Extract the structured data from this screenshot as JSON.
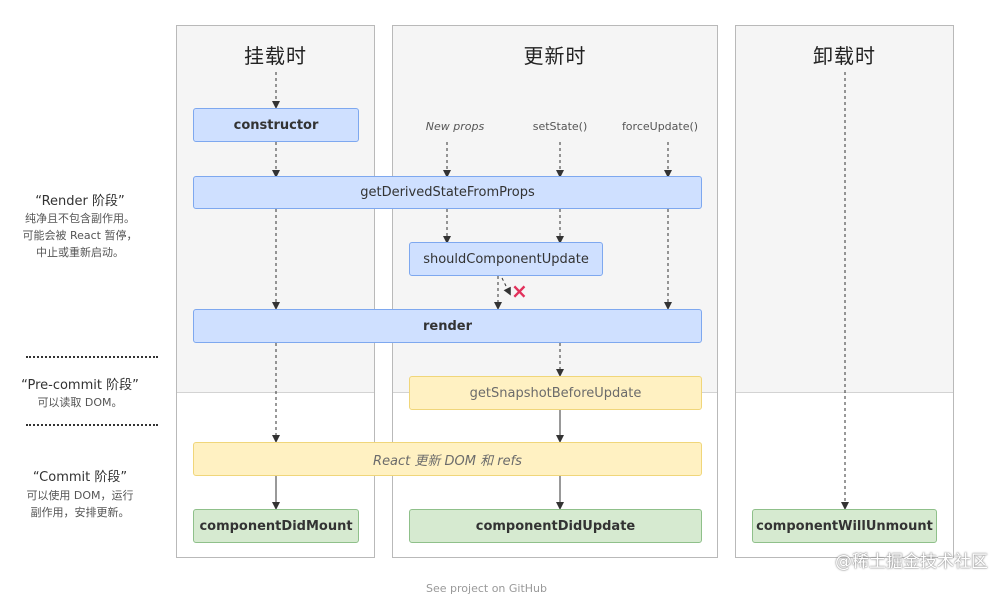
{
  "columns": {
    "mount": {
      "title": "挂载时"
    },
    "update": {
      "title": "更新时"
    },
    "unmount": {
      "title": "卸载时"
    }
  },
  "phases": {
    "render": {
      "title": "“Render 阶段”",
      "desc": [
        "纯净且不包含副作用。",
        "可能会被 React 暂停，",
        "中止或重新启动。"
      ]
    },
    "precommit": {
      "title": "“Pre-commit 阶段”",
      "desc": [
        "可以读取 DOM。"
      ]
    },
    "commit": {
      "title": "“Commit 阶段”",
      "desc": [
        "可以使用 DOM，运行",
        "副作用，安排更新。"
      ]
    }
  },
  "triggers": {
    "new_props": "New props",
    "set_state": "setState()",
    "force_update": "forceUpdate()"
  },
  "methods": {
    "constructor": "constructor",
    "get_derived_state": "getDerivedStateFromProps",
    "should_update": "shouldComponentUpdate",
    "render": "render",
    "snapshot": "getSnapshotBeforeUpdate",
    "react_update_dom": "React 更新 DOM 和 refs",
    "did_mount": "componentDidMount",
    "did_update": "componentDidUpdate",
    "will_unmount": "componentWillUnmount"
  },
  "reject_mark": "×",
  "footer": "See project on GitHub",
  "watermark": "@稀土掘金技术社区",
  "colors": {
    "blue_fill": "#cfe0ff",
    "yellow_fill": "#fff1c2",
    "green_fill": "#d6ead0",
    "reject_red": "#e2315b"
  }
}
